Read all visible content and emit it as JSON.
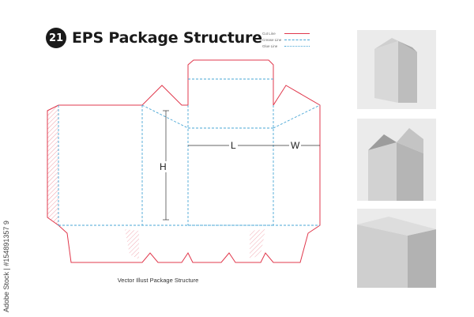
{
  "header": {
    "badge": "21",
    "title": "EPS Package Structure"
  },
  "legend": [
    {
      "label": "Cut Line",
      "color": "#e0384c",
      "style": "solid"
    },
    {
      "label": "Crease Line",
      "color": "#4aa7d6",
      "style": "dashed"
    },
    {
      "label": "Glue Line",
      "color": "#4aa7d6",
      "style": "dotted"
    }
  ],
  "dimensions": {
    "height_label": "H",
    "length_label": "L",
    "width_label": "W"
  },
  "colors": {
    "cut": "#e0384c",
    "crease": "#4aa7d6",
    "dim": "#333333",
    "glue": "#e0384c"
  },
  "footer": "Vector Illust Package Structure",
  "photos": [
    {
      "name": "box-closed-photo"
    },
    {
      "name": "box-open-lid-photo"
    },
    {
      "name": "box-side-photo"
    }
  ],
  "watermark": "Adobe Stock | #154891357 9"
}
